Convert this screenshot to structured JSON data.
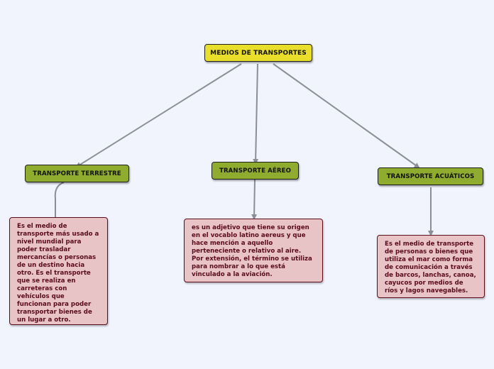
{
  "colors": {
    "background": "#f1f4fd",
    "root_fill": "#e9df2a",
    "category_fill": "#8fac2f",
    "description_fill": "#e8c4c7",
    "description_border": "#5b0b1a",
    "description_text": "#5a0a1a",
    "connector": "#8a8f96"
  },
  "root": {
    "label": "MEDIOS DE TRANSPORTES"
  },
  "categories": [
    {
      "label": "TRANSPORTE TERRESTRE",
      "description": "Es el medio de\ntransporte más usado a\nnivel mundial para\npoder trasladar\nmercancías o personas\nde un destino hacia\notro. Es el transporte\nque se realiza en\ncarreteras con\nvehículos que\nfuncionan para poder\ntransportar bienes de\nun lugar a otro."
    },
    {
      "label": "TRANSPORTE AÉREO",
      "description": "es un adjetivo que tiene su origen\nen el vocablo latino aereus y que\nhace mención a aquello\nperteneciente o relativo al aire.\nPor extensión, el término se utiliza\npara nombrar a lo que está\nvinculado a la aviación."
    },
    {
      "label": "TRANSPORTE ACUÁTICOS",
      "description": "Es el medio de transporte\nde personas o bienes que\nutiliza el mar como forma\nde comunicación a través\nde barcos, lanchas, canoa,\ncayucos por medios de\nríos y lagos navegables."
    }
  ]
}
